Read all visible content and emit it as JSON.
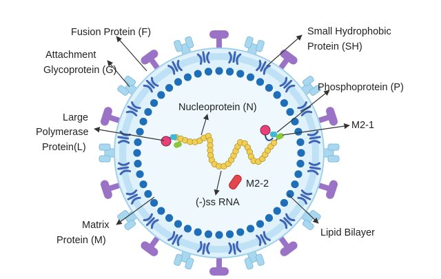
{
  "labels": {
    "fusion_protein": "Fusion Protein (F)",
    "attachment_line1": "Attachment",
    "attachment_line2": "Glycoprotein (G)",
    "small_hydrophobic_line1": "Small Hydrophobic",
    "small_hydrophobic_line2": "Protein (SH)",
    "phosphoprotein": "Phosphoprotein (P)",
    "nucleoprotein": "Nucleoprotein (N)",
    "large_pol_line1": "Large",
    "large_pol_line2": "Polymerase",
    "large_pol_line3": "Protein(L)",
    "m2_1": "M2-1",
    "m2_2": "M2-2",
    "rna": "(-)ss RNA",
    "matrix_line1": "Matrix",
    "matrix_line2": "Protein (M)",
    "lipid_bilayer": "Lipid Bilayer"
  },
  "colors": {
    "membrane_fill": "#dff1fb",
    "membrane_band": "#bfe1f5",
    "interior": "#eef8fd",
    "matrix_dots": "#1f6fb8",
    "g_protein": "#9a73c6",
    "f_protein": "#a9d8ee",
    "sh_protein": "#3e63b3",
    "nucleoprotein": "#f1cf55",
    "polymerase_l": "#e8417a",
    "m2_1": "#8cc63f",
    "phospho_p": "#3fb8d9",
    "m2_2": "#e5464c"
  }
}
